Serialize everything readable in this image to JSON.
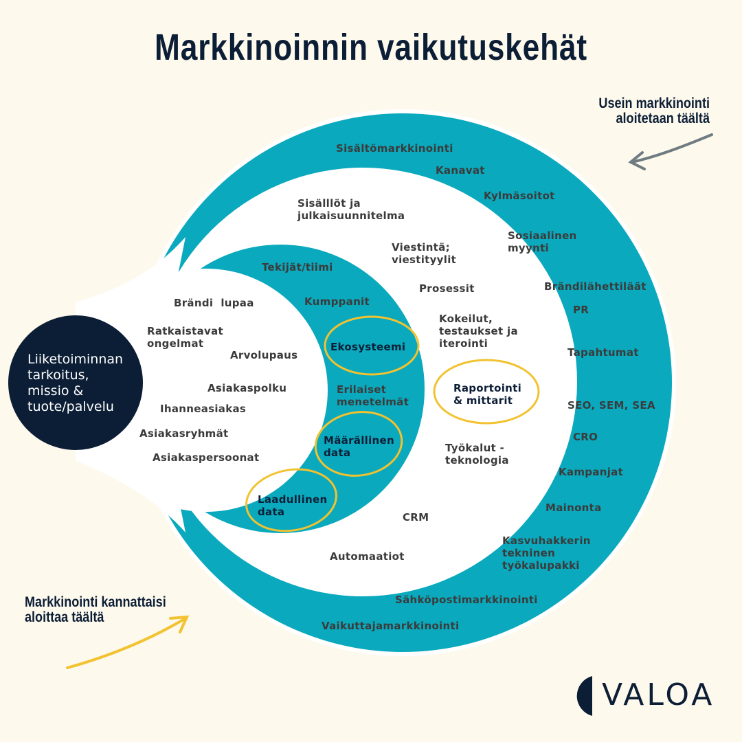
{
  "title": "Markkinoinnin vaikutuskehät",
  "notes": {
    "top_right": "Usein markkinointi\naloitetaan täältä",
    "bottom_left": "Markkinointi kannattaisi\naloittaa täältä"
  },
  "core": "Liiketoiminnan\ntarkoitus,\nmissio &\ntuote/palvelu",
  "inner_ring": [
    "Brändi  lupaa",
    "Ratkaistavat\nongelmat",
    "Arvolupaus",
    "Asiakaspolku",
    "Ihanneasiakas",
    "Asiakasryhmät",
    "Asiakaspersoonat"
  ],
  "middle_ring": [
    "Tekijät/tiimi",
    "Kumppanit",
    "Ekosysteemi",
    "Erilaiset\nmenetelmät",
    "Määrällinen\ndata",
    "Laadullinen\ndata"
  ],
  "white_ring": [
    "Sisälllöt ja\njulkaisuunnitelma",
    "Viestintä;\nviestityylit",
    "Prosessit",
    "Kokeilut,\ntestaukset ja\niterointi",
    "Raportointi\n& mittarit",
    "Työkalut -\nteknologia",
    "CRM",
    "Automaatiot"
  ],
  "outer_ring": [
    "Sisältömarkkinointi",
    "Kanavat",
    "Kylmäsoitot",
    "Sosiaalinen\nmyynti",
    "Brändilähettiläät",
    "PR",
    "Tapahtumat",
    "SEO, SEM, SEA",
    "CRO",
    "Kampanjat",
    "Mainonta",
    "Kasvuhakkerin\ntekninen\ntyökalupakki",
    "Sähköpostimarkkinointi",
    "Vaikuttajamarkkinointi"
  ],
  "logo": "VALOA",
  "colors": {
    "teal": "#0aa9bd",
    "navy": "#0c1e36",
    "highlight": "#f2c230",
    "background": "#fdf9ec"
  }
}
